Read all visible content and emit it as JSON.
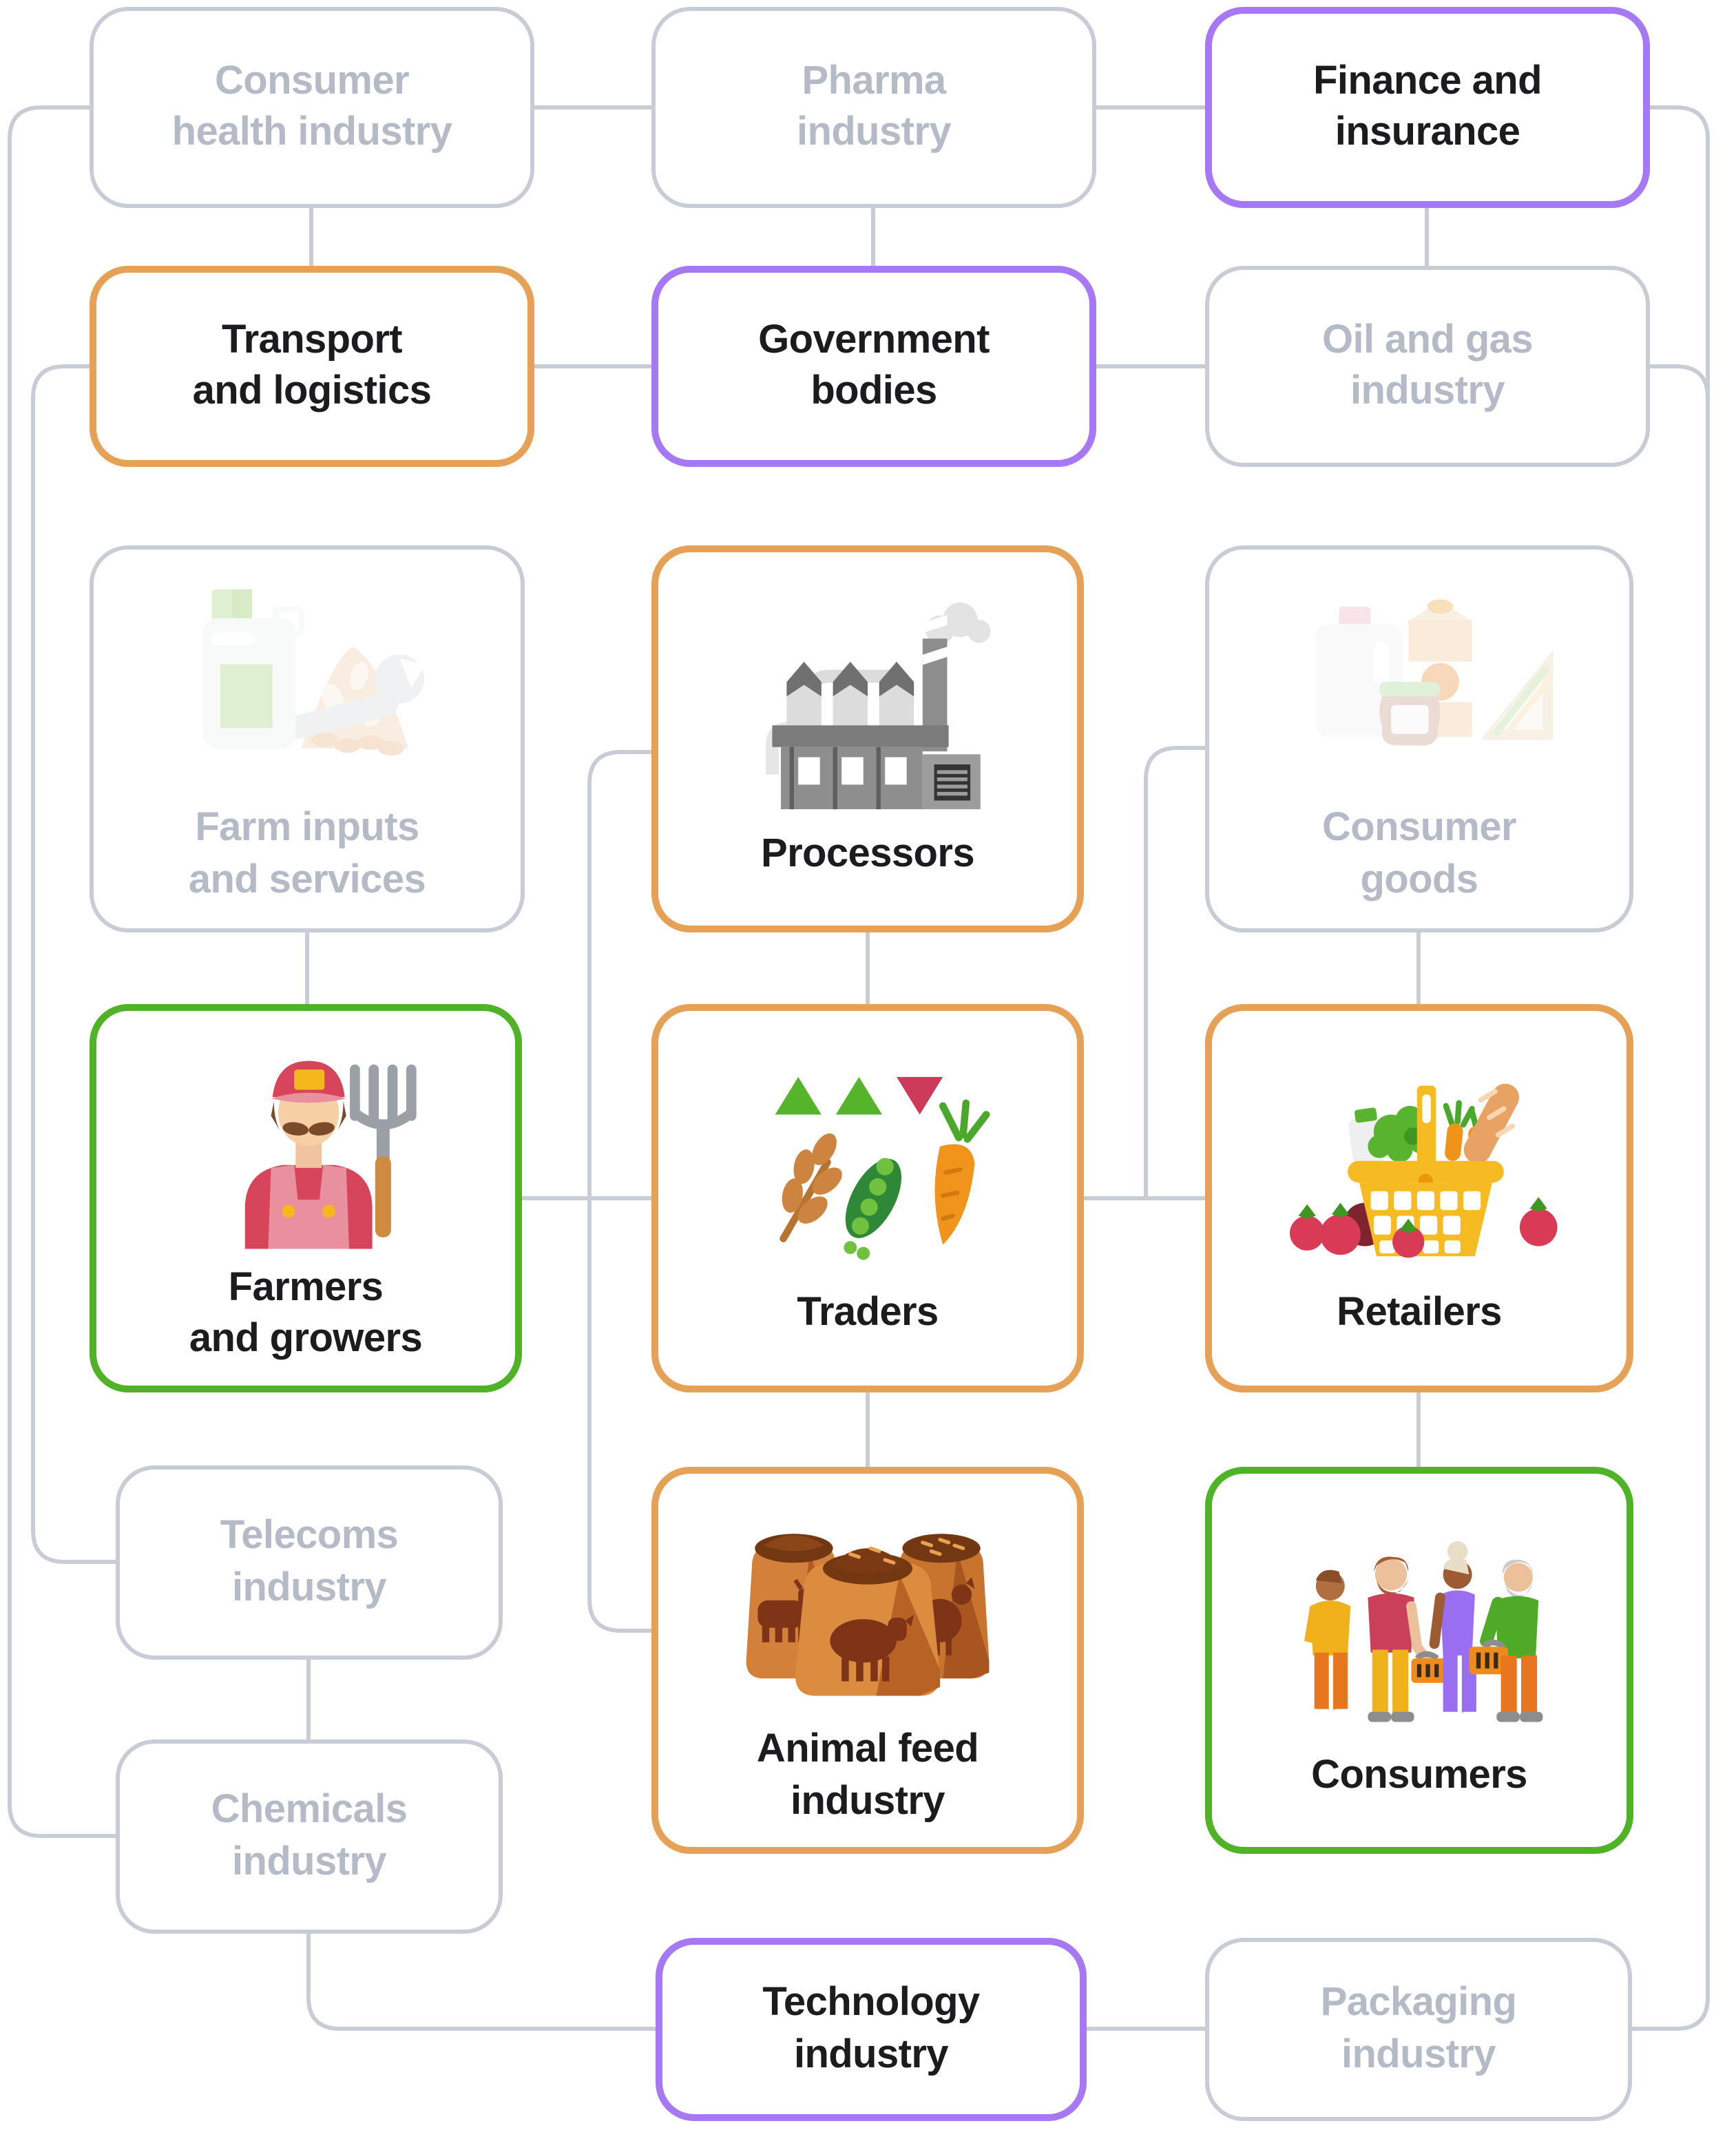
{
  "diagram": {
    "background": "#ffffff",
    "colors": {
      "muted_border": "#c8cdd5",
      "muted_text": "#b4bbc6",
      "line": "#c8cdd5",
      "orange_accent": "#e5a257",
      "purple_accent": "#a778f3",
      "green_accent": "#4fb227",
      "dark_text": "#1c1c1e"
    },
    "nodes": [
      {
        "id": "consumer-health",
        "label": "Consumer\nhealth industry",
        "style": "muted",
        "icon": null
      },
      {
        "id": "pharma",
        "label": "Pharma\nindustry",
        "style": "muted",
        "icon": null
      },
      {
        "id": "finance",
        "label": "Finance and\ninsurance",
        "style": "purple",
        "icon": null
      },
      {
        "id": "transport",
        "label": "Transport\nand logistics",
        "style": "orange",
        "icon": null
      },
      {
        "id": "government",
        "label": "Government\nbodies",
        "style": "purple",
        "icon": null
      },
      {
        "id": "oil-gas",
        "label": "Oil and gas\nindustry",
        "style": "muted",
        "icon": null
      },
      {
        "id": "farm-inputs",
        "label": "Farm inputs\nand services",
        "style": "muted",
        "icon": "farm-supplies-icon"
      },
      {
        "id": "processors",
        "label": "Processors",
        "style": "orange",
        "icon": "factory-icon"
      },
      {
        "id": "consumer-goods",
        "label": "Consumer\ngoods",
        "style": "muted",
        "icon": "groceries-icon"
      },
      {
        "id": "farmers",
        "label": "Farmers\nand growers",
        "style": "green",
        "icon": "farmer-icon"
      },
      {
        "id": "traders",
        "label": "Traders",
        "style": "orange",
        "icon": "commodities-icon"
      },
      {
        "id": "retailers",
        "label": "Retailers",
        "style": "orange",
        "icon": "shopping-basket-icon"
      },
      {
        "id": "telecoms",
        "label": "Telecoms\nindustry",
        "style": "muted",
        "icon": null
      },
      {
        "id": "animal-feed",
        "label": "Animal feed\nindustry",
        "style": "orange",
        "icon": "feed-sacks-icon"
      },
      {
        "id": "consumers",
        "label": "Consumers",
        "style": "green",
        "icon": "people-group-icon"
      },
      {
        "id": "chemicals",
        "label": "Chemicals\nindustry",
        "style": "muted",
        "icon": null
      },
      {
        "id": "technology",
        "label": "Technology\nindustry",
        "style": "purple",
        "icon": null
      },
      {
        "id": "packaging",
        "label": "Packaging\nindustry",
        "style": "muted",
        "icon": null
      }
    ],
    "edges": [
      {
        "from": "consumer-health",
        "to": "pharma"
      },
      {
        "from": "pharma",
        "to": "finance"
      },
      {
        "from": "consumer-health",
        "to": "transport"
      },
      {
        "from": "pharma",
        "to": "government"
      },
      {
        "from": "finance",
        "to": "oil-gas"
      },
      {
        "from": "transport",
        "to": "government"
      },
      {
        "from": "government",
        "to": "oil-gas"
      },
      {
        "from": "farm-inputs",
        "to": "farmers"
      },
      {
        "from": "processors",
        "to": "traders"
      },
      {
        "from": "consumer-goods",
        "to": "retailers"
      },
      {
        "from": "farmers",
        "to": "traders"
      },
      {
        "from": "traders",
        "to": "retailers"
      },
      {
        "from": "consumer-goods",
        "to": "traders-retailers-connector"
      },
      {
        "from": "traders",
        "to": "animal-feed"
      },
      {
        "from": "retailers",
        "to": "consumers"
      },
      {
        "from": "processors",
        "to": "animal-feed"
      },
      {
        "from": "telecoms",
        "to": "chemicals"
      },
      {
        "from": "chemicals",
        "to": "technology"
      },
      {
        "from": "technology",
        "to": "packaging"
      },
      {
        "from": "finance",
        "to": "packaging"
      },
      {
        "from": "oil-gas",
        "to": "packaging"
      },
      {
        "from": "consumer-health",
        "to": "chemicals"
      },
      {
        "from": "transport",
        "to": "telecoms"
      }
    ]
  }
}
